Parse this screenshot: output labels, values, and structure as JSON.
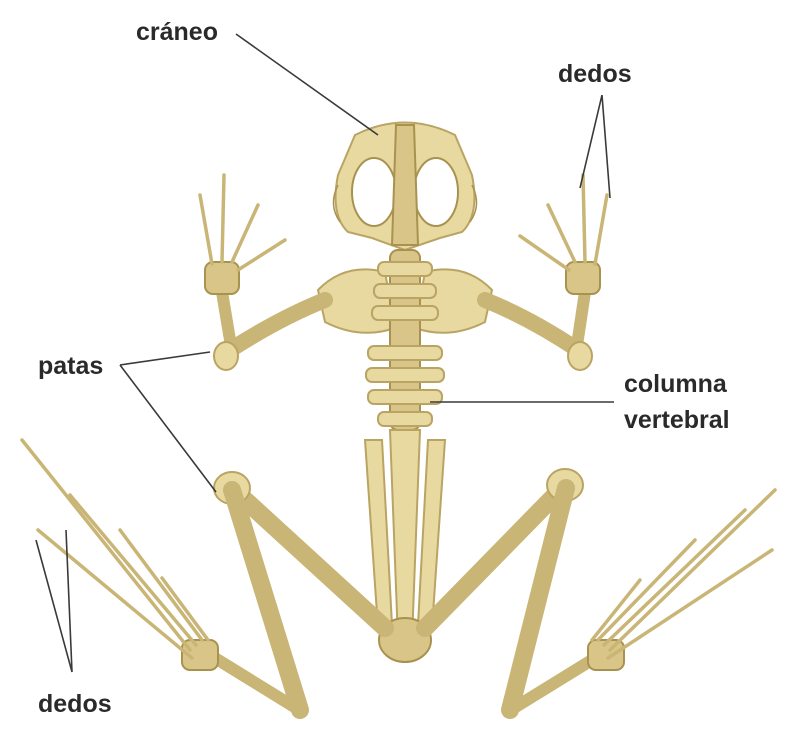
{
  "labels": {
    "skull": "cráneo",
    "fingers_top": "dedos",
    "legs": "patas",
    "spine_line1": "columna",
    "spine_line2": "vertebral",
    "fingers_bottom": "dedos"
  },
  "colors": {
    "bone_fill": "#e8d9a0",
    "bone_shade": "#d9c587",
    "bone_edge": "#a8924f",
    "label_text": "#2a2a2a",
    "leader_lines": "#3a3a3a",
    "background": "#ffffff"
  }
}
